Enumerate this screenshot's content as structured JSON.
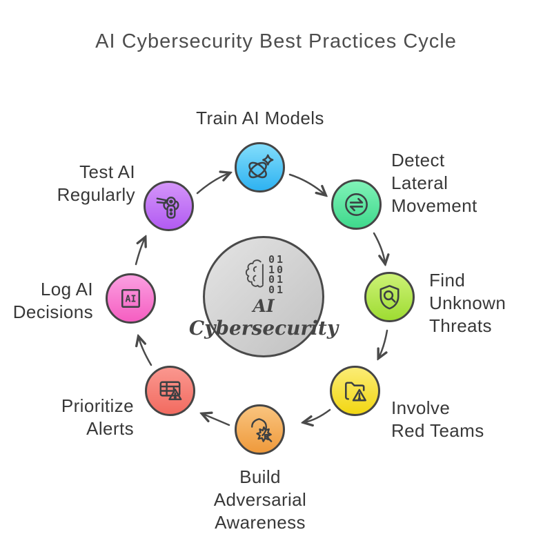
{
  "title": "AI Cybersecurity Best Practices Cycle",
  "center": {
    "icon": "brain-binary-icon",
    "binary_rows": [
      "01",
      "10",
      "01",
      "01"
    ],
    "label_line1": "AI",
    "label_line2": "Cybersecurity",
    "fill_top": "#e4e4e4",
    "fill_bottom": "#c0c0c0"
  },
  "nodes": [
    {
      "id": "train-ai-models",
      "icon": "orbit-sparkle-icon",
      "label": "Train AI Models",
      "lines": [
        "Train AI Models"
      ],
      "color_top": "#82ddfb",
      "color_bottom": "#2eb2f1"
    },
    {
      "id": "detect-lateral-movement",
      "icon": "transfer-arrows-icon",
      "label": "Detect Lateral Movement",
      "lines": [
        "Detect",
        "Lateral",
        "Movement"
      ],
      "color_top": "#80f2b8",
      "color_bottom": "#3fd98c"
    },
    {
      "id": "find-unknown-threats",
      "icon": "shield-search-icon",
      "label": "Find Unknown Threats",
      "lines": [
        "Find",
        "Unknown",
        "Threats"
      ],
      "color_top": "#cdf276",
      "color_bottom": "#9edc32"
    },
    {
      "id": "involve-red-teams",
      "icon": "folder-alert-icon",
      "label": "Involve Red Teams",
      "lines": [
        "Involve",
        "Red Teams"
      ],
      "color_top": "#fbec75",
      "color_bottom": "#f2d713"
    },
    {
      "id": "build-adversarial-awareness",
      "icon": "shield-attack-icon",
      "label": "Build Adversarial Awareness",
      "lines": [
        "Build",
        "Adversarial",
        "Awareness"
      ],
      "color_top": "#f9c47e",
      "color_bottom": "#ef9a3c"
    },
    {
      "id": "prioritize-alerts",
      "icon": "table-alert-icon",
      "label": "Prioritize Alerts",
      "lines": [
        "Prioritize",
        "Alerts"
      ],
      "color_top": "#fa978f",
      "color_bottom": "#f26b60"
    },
    {
      "id": "log-ai-decisions",
      "icon": "ai-box-icon",
      "icon_text": "AI",
      "label": "Log AI Decisions",
      "lines": [
        "Log AI",
        "Decisions"
      ],
      "color_top": "#fb9fe1",
      "color_bottom": "#f55ec1"
    },
    {
      "id": "test-ai-regularly",
      "icon": "robot-arm-icon",
      "label": "Test AI Regularly",
      "lines": [
        "Test AI",
        "Regularly"
      ],
      "color_top": "#d495f9",
      "color_bottom": "#b25bf2"
    }
  ],
  "arrow_color": "#4a4a4a",
  "outline_color": "#454545"
}
